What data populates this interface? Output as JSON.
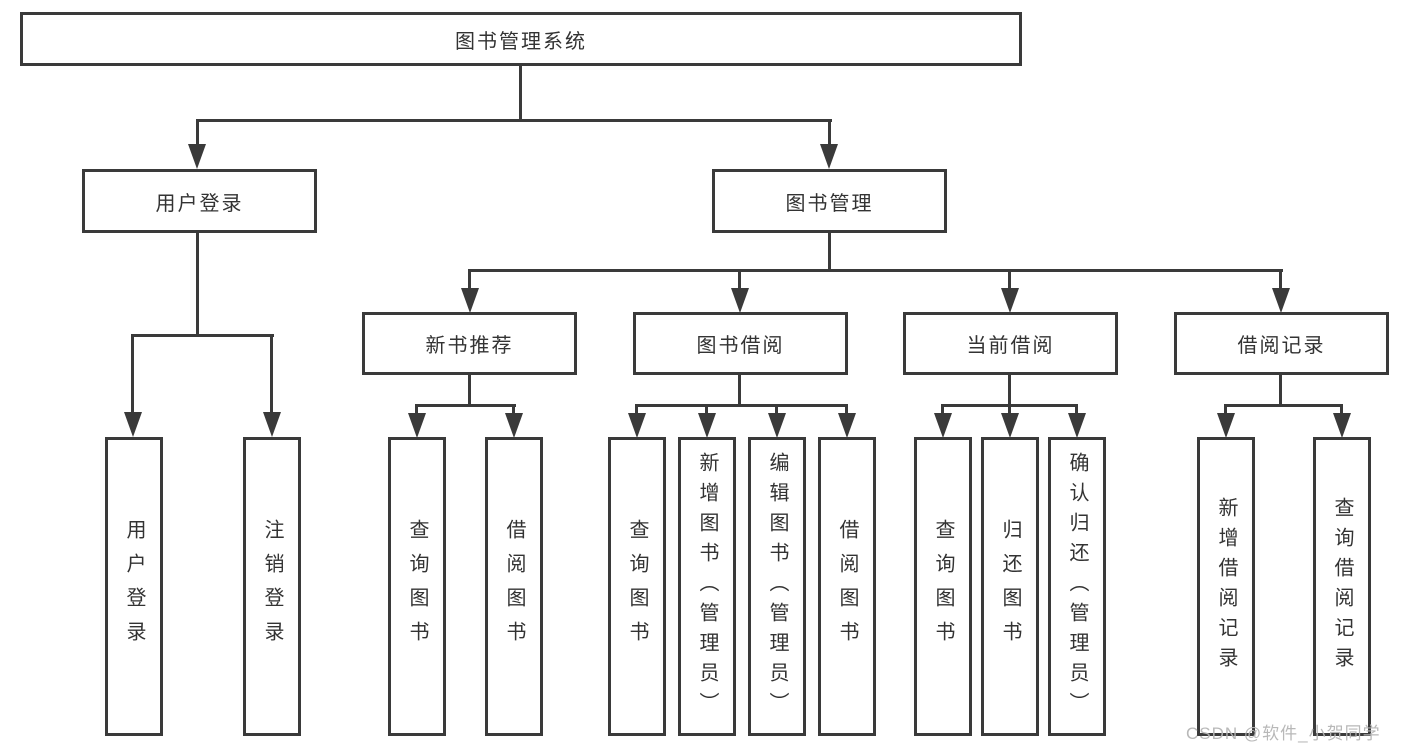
{
  "nodes": {
    "root": "图书管理系统",
    "login": "用户登录",
    "manage": "图书管理",
    "login_children": [
      "用户登录",
      "注销登录"
    ],
    "groups": [
      {
        "label": "新书推荐",
        "children": [
          "查询图书",
          "借阅图书"
        ]
      },
      {
        "label": "图书借阅",
        "children": [
          "查询图书",
          "新增图书（管理员）",
          "编辑图书（管理员）",
          "借阅图书"
        ]
      },
      {
        "label": "当前借阅",
        "children": [
          "查询图书",
          "归还图书",
          "确认归还（管理员）"
        ]
      },
      {
        "label": "借阅记录",
        "children": [
          "新增借阅记录",
          "查询借阅记录"
        ]
      }
    ]
  },
  "watermark": "CSDN @软件_小贺同学",
  "colors": {
    "line": "#3a3a3a",
    "text": "#333333",
    "watermark": "#b5b5b5",
    "background": "#ffffff"
  }
}
